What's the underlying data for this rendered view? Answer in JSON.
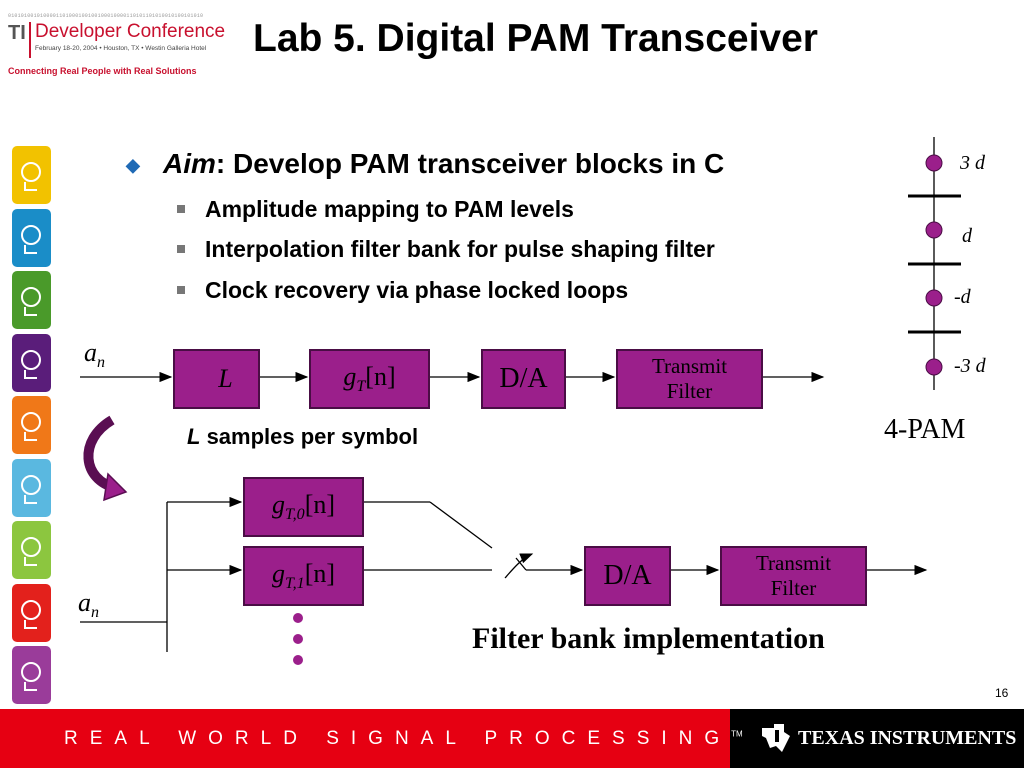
{
  "logo": {
    "binary": "0101010010100001101000100100100010000110101101010010100101010",
    "ti": "TI",
    "conference": "Developer Conference",
    "details": "February 18-20, 2004 • Houston, TX • Westin Galleria Hotel",
    "tagline": "Connecting Real People with Real Solutions"
  },
  "title": "Lab 5. Digital PAM Transceiver",
  "bullet": {
    "aim": "Aim",
    "text": ": Develop PAM transceiver blocks in C",
    "subs": [
      "Amplitude mapping to PAM levels",
      "Interpolation filter bank for pulse shaping filter",
      "Clock recovery via phase locked loops"
    ]
  },
  "diagram1": {
    "input": "a",
    "input_sub": "n",
    "upsample": "L",
    "filter_g": "g",
    "filter_sub": "T",
    "filter_arg": "[n]",
    "da": "D/A",
    "tx_line1": "Transmit",
    "tx_line2": "Filter",
    "caption_L": "L",
    "caption_rest": " samples per symbol"
  },
  "pam": {
    "levels": [
      "3 d",
      "d",
      "-d",
      "-3 d"
    ],
    "label": "4-PAM"
  },
  "diagram2": {
    "input": "a",
    "input_sub": "n",
    "g0_sub": "T,0",
    "g1_sub": "T,1",
    "g": "g",
    "arg": "[n]",
    "da": "D/A",
    "tx_line1": "Transmit",
    "tx_line2": "Filter",
    "caption": "Filter bank implementation"
  },
  "page_number": "16",
  "footer": {
    "tagline": "REAL WORLD SIGNAL PROCESSING",
    "tm": "TM",
    "company": "TEXAS INSTRUMENTS"
  },
  "sidebar_icons": [
    "head-profile-icon",
    "documents-icon",
    "lightbulb-head-icon",
    "gear-head-icon",
    "sound-wave-head-icon",
    "chat-head-icon",
    "lock-icon",
    "wireless-head-icon",
    "recycle-icon"
  ],
  "colors": {
    "block_fill": "#9b1f8b",
    "accent_red": "#e60012",
    "bullet_blue": "#1f6ab5",
    "sidebar": [
      "#f2c200",
      "#1a8dc8",
      "#4a9a2a",
      "#5a1d7a",
      "#f07818",
      "#5ab8e0",
      "#8cc63f",
      "#e3211c",
      "#9a3c9a"
    ]
  }
}
